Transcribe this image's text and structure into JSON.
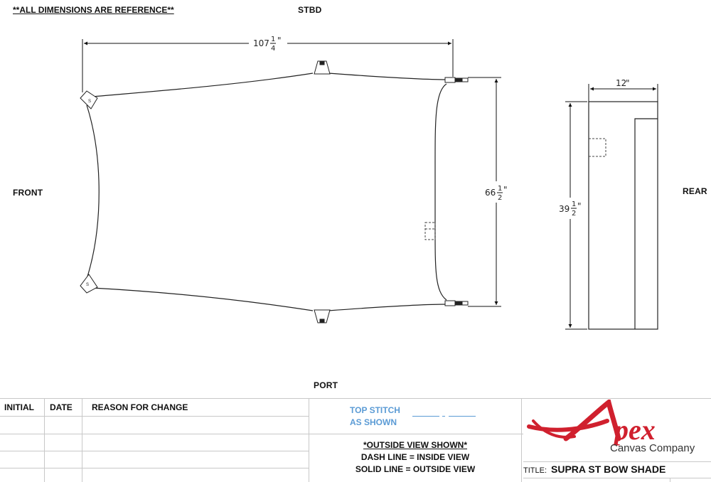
{
  "drawing": {
    "note": "**ALL DIMENSIONS ARE REFERENCE**",
    "orientation_labels": {
      "stbd": "STBD",
      "port": "PORT",
      "front": "FRONT",
      "rear": "REAR"
    },
    "dimensions": {
      "length": {
        "whole": "107",
        "num": "1",
        "den": "4",
        "unit": "\""
      },
      "width": {
        "whole": "66",
        "num": "1",
        "den": "2",
        "unit": "\""
      },
      "side_width": {
        "whole": "12",
        "unit": "\""
      },
      "side_height": {
        "whole": "39",
        "num": "1",
        "den": "2",
        "unit": "\""
      }
    },
    "views": [
      "top-view-shade-panel",
      "rear-side-view"
    ]
  },
  "revision_table": {
    "headers": [
      "INITIAL",
      "DATE",
      "REASON FOR CHANGE"
    ],
    "rows": [
      [
        "",
        "",
        ""
      ],
      [
        "",
        "",
        ""
      ],
      [
        "",
        "",
        ""
      ],
      [
        "",
        "",
        ""
      ]
    ]
  },
  "notes": {
    "top_stitch_line1": "TOP STITCH",
    "top_stitch_line2": "AS SHOWN",
    "outside_view": "*OUTSIDE VIEW SHOWN*",
    "dash_line": "DASH LINE = INSIDE VIEW",
    "solid_line": "SOLID LINE = OUTSIDE VIEW"
  },
  "brand": {
    "logo_word": "Apex",
    "logo_sub": "Canvas Company",
    "logo_color": "#d0202e",
    "stitch_color": "#5b9bd5"
  },
  "title_block": {
    "title_key": "TITLE:",
    "title_value": "SUPRA ST BOW SHADE"
  }
}
